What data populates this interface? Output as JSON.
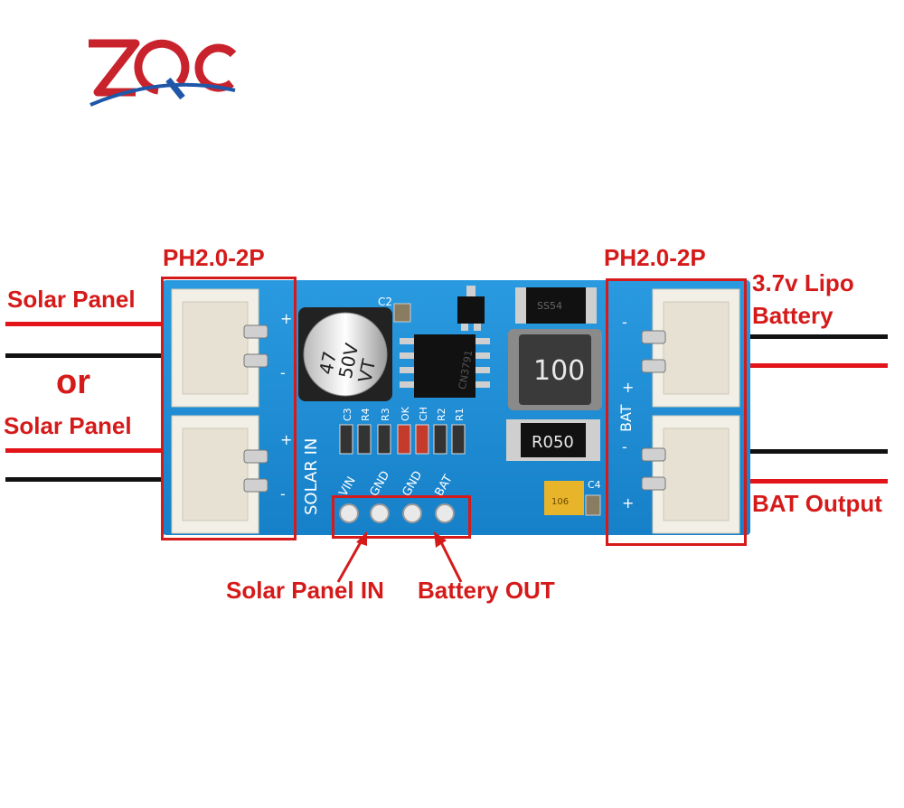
{
  "logo": {
    "text": "ZQC"
  },
  "connector_left": {
    "label": "PH2.0-2P"
  },
  "connector_right": {
    "label": "PH2.0-2P"
  },
  "left_labels": {
    "solar_panel_1": "Solar Panel",
    "or": "or",
    "solar_panel_2": "Solar Panel"
  },
  "right_labels": {
    "battery_line1": "3.7v Lipo",
    "battery_line2": "Battery",
    "bat_output": "BAT Output"
  },
  "pin_labels": {
    "solar_in": "Solar Panel IN",
    "battery_out": "Battery OUT"
  },
  "pcb": {
    "capacitor_text": [
      "47",
      "50V",
      "VT"
    ],
    "inductor_text": "100",
    "resistor_text": "R050",
    "chip_text": "CN3791",
    "diode_text": "SS54",
    "tantalum_text": "106",
    "silk_solar_in": "SOLAR IN",
    "silk_bat": "BAT",
    "silk_c2": "C2",
    "silk_c4": "C4",
    "silk_components": [
      "C3",
      "R4",
      "R3",
      "OK",
      "CH",
      "R2",
      "R1"
    ],
    "silk_pins": [
      "VIN",
      "GND",
      "GND",
      "BAT"
    ],
    "plus": "+",
    "minus": "-"
  },
  "colors": {
    "accent_red": "#d51a1a",
    "pcb_blue": "#1a8fd6",
    "wire_black": "#111111"
  }
}
